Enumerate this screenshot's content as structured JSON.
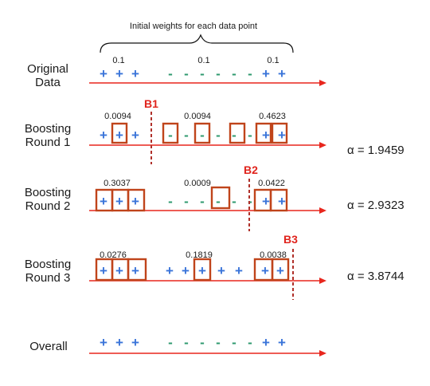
{
  "caption": "Initial weights for each data point",
  "row_labels": {
    "original": [
      "Original",
      "Data"
    ],
    "r1": [
      "Boosting",
      "Round 1"
    ],
    "r2": [
      "Boosting",
      "Round 2"
    ],
    "r3": [
      "Boosting",
      "Round 3"
    ],
    "overall": [
      "Overall"
    ]
  },
  "alpha_symbol": "α",
  "alphas": {
    "r1": "= 1.9459",
    "r2": "= 2.9323",
    "r3": "= 3.8744"
  },
  "weights": {
    "original": [
      "0.1",
      "0.1",
      "0.1"
    ],
    "r1": [
      "0.0094",
      "0.0094",
      "0.4623"
    ],
    "r2": [
      "0.3037",
      "0.0009",
      "0.0422"
    ],
    "r3": [
      "0.0276",
      "0.1819",
      "0.0038"
    ]
  },
  "boundaries": [
    "B1",
    "B2",
    "B3"
  ],
  "colors": {
    "positive": "#3a74d9",
    "negative": "#2f9a6f",
    "axis": "#e8261d",
    "box": "#c0441b",
    "boundary": "#b0302a"
  },
  "symbols": {
    "positive": "+",
    "negative": "-"
  }
}
